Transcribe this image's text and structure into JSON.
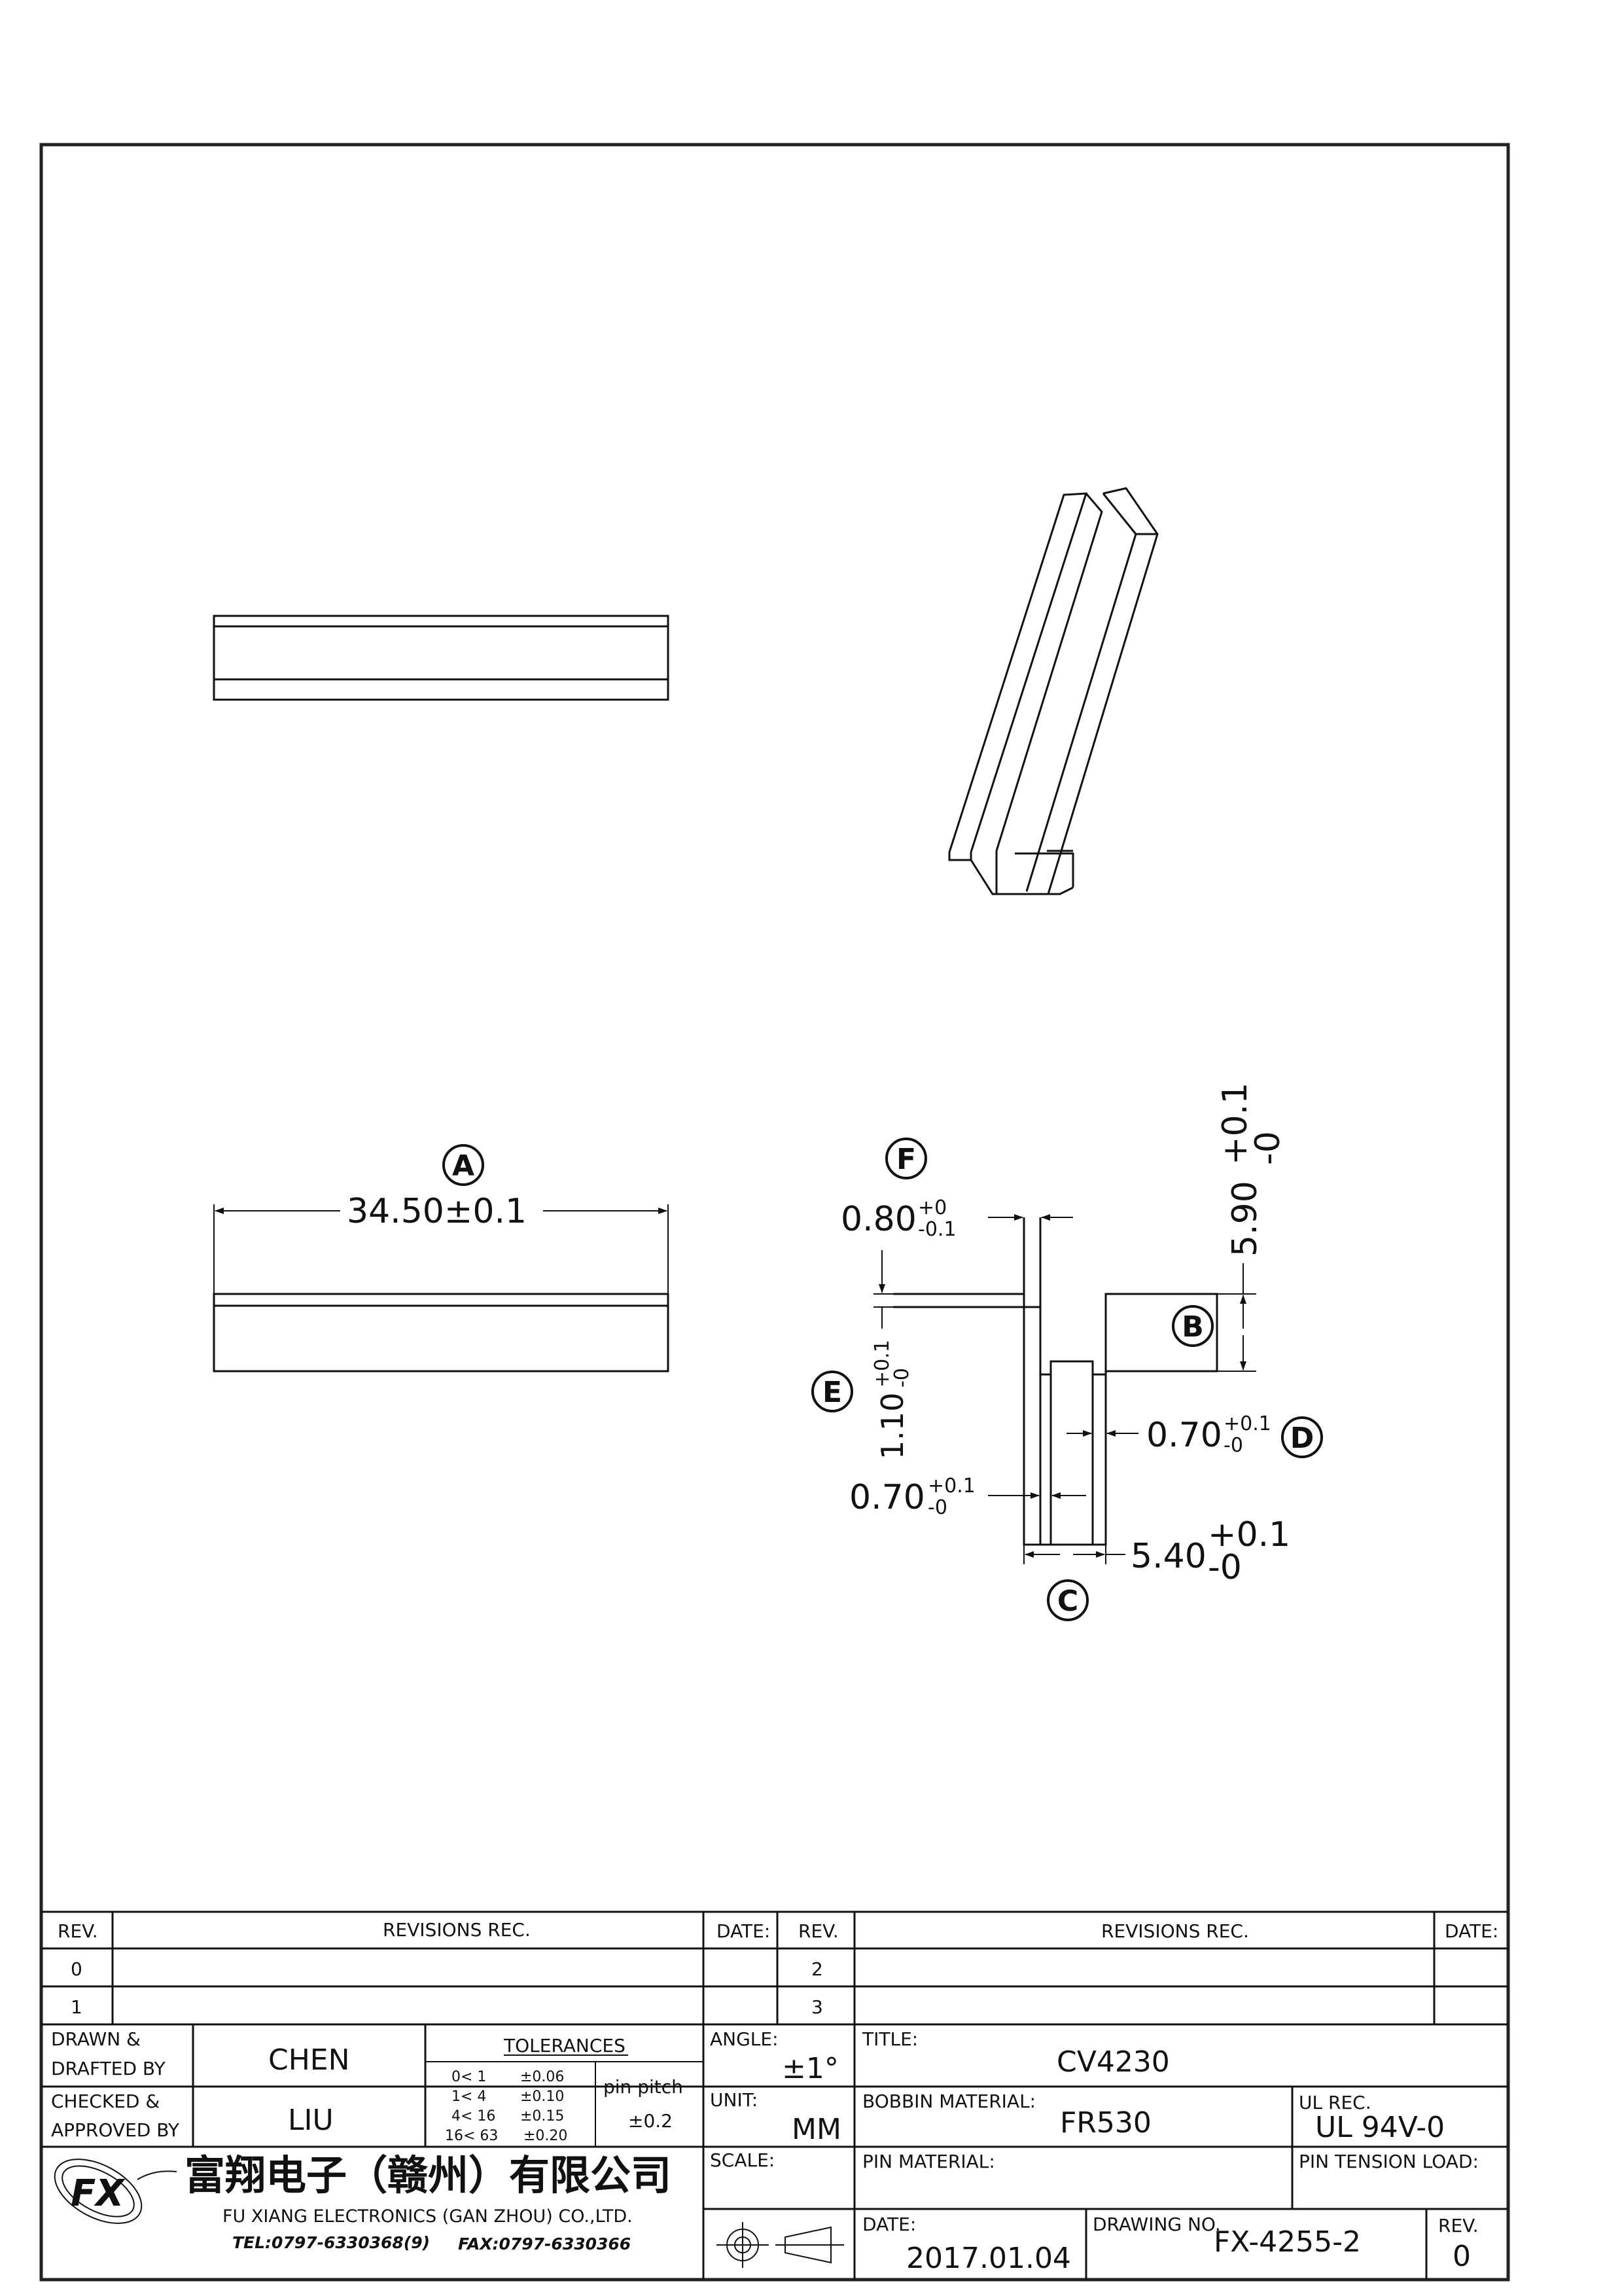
{
  "dimensions": {
    "A": {
      "marker": "A",
      "value": "34.50±0.1"
    },
    "B": {
      "marker": "B",
      "value": "5.90",
      "upper": "+0.1",
      "lower": "-0"
    },
    "C": {
      "marker": "C",
      "value": "5.40",
      "upper": "+0.1",
      "lower": "-0"
    },
    "D": {
      "marker": "D",
      "value": "0.70",
      "upper": "+0.1",
      "lower": "-0"
    },
    "E": {
      "marker": "E",
      "value": "1.10",
      "upper": "+0.1",
      "lower": "-0"
    },
    "F": {
      "marker": "F",
      "value": "0.80",
      "upper": "+0",
      "lower": "-0.1"
    },
    "G": {
      "value": "0.70",
      "upper": "+0.1",
      "lower": "-0"
    }
  },
  "revisions_left": {
    "col_rev": "REV.",
    "col_rec": "REVISIONS   REC.",
    "col_date": "DATE:",
    "rows": [
      "0",
      "1"
    ]
  },
  "revisions_right": {
    "col_rev": "REV.",
    "col_rec": "REVISIONS   REC.",
    "col_date": "DATE:",
    "rows": [
      "2",
      "3"
    ]
  },
  "title_block": {
    "drawn_label_1": "DRAWN &",
    "drawn_label_2": "DRAFTED BY",
    "drawn_value": "CHEN",
    "checked_label_1": "CHECKED &",
    "checked_label_2": "APPROVED BY",
    "checked_value": "LIU",
    "tolerances_title": "TOLERANCES",
    "tolerances": [
      {
        "range": "0<  1",
        "tol": "±0.06"
      },
      {
        "range": "1<  4",
        "tol": "±0.10"
      },
      {
        "range": "4<  16",
        "tol": "±0.15"
      },
      {
        "range": "16<  63",
        "tol": "±0.20"
      }
    ],
    "pin_pitch_label": "pin pitch",
    "pin_pitch_value": "±0.2",
    "angle_label": "ANGLE:",
    "angle_value": "±1°",
    "unit_label": "UNIT:",
    "unit_value": "MM",
    "scale_label": "SCALE:",
    "title_label": "TITLE:",
    "title_value": "CV4230",
    "bobbin_label": "BOBBIN MATERIAL:",
    "bobbin_value": "FR530",
    "ul_label": "UL REC.",
    "ul_value": "UL 94V-0",
    "pin_material_label": "PIN MATERIAL:",
    "pin_tension_label": "PIN TENSION LOAD:",
    "date_label": "DATE:",
    "date_value": "2017.01.04",
    "drawing_no_label": "DRAWING NO.",
    "drawing_no_value": "FX-4255-2",
    "rev_label": "REV.",
    "rev_value": "0"
  },
  "company": {
    "name_cn": "富翔电子（赣州）有限公司",
    "name_en": "FU XIANG ELECTRONICS (GAN ZHOU) CO.,LTD.",
    "tel": "TEL:0797-6330368(9)",
    "fax": "FAX:0797-6330366",
    "logo_text": "FX"
  }
}
